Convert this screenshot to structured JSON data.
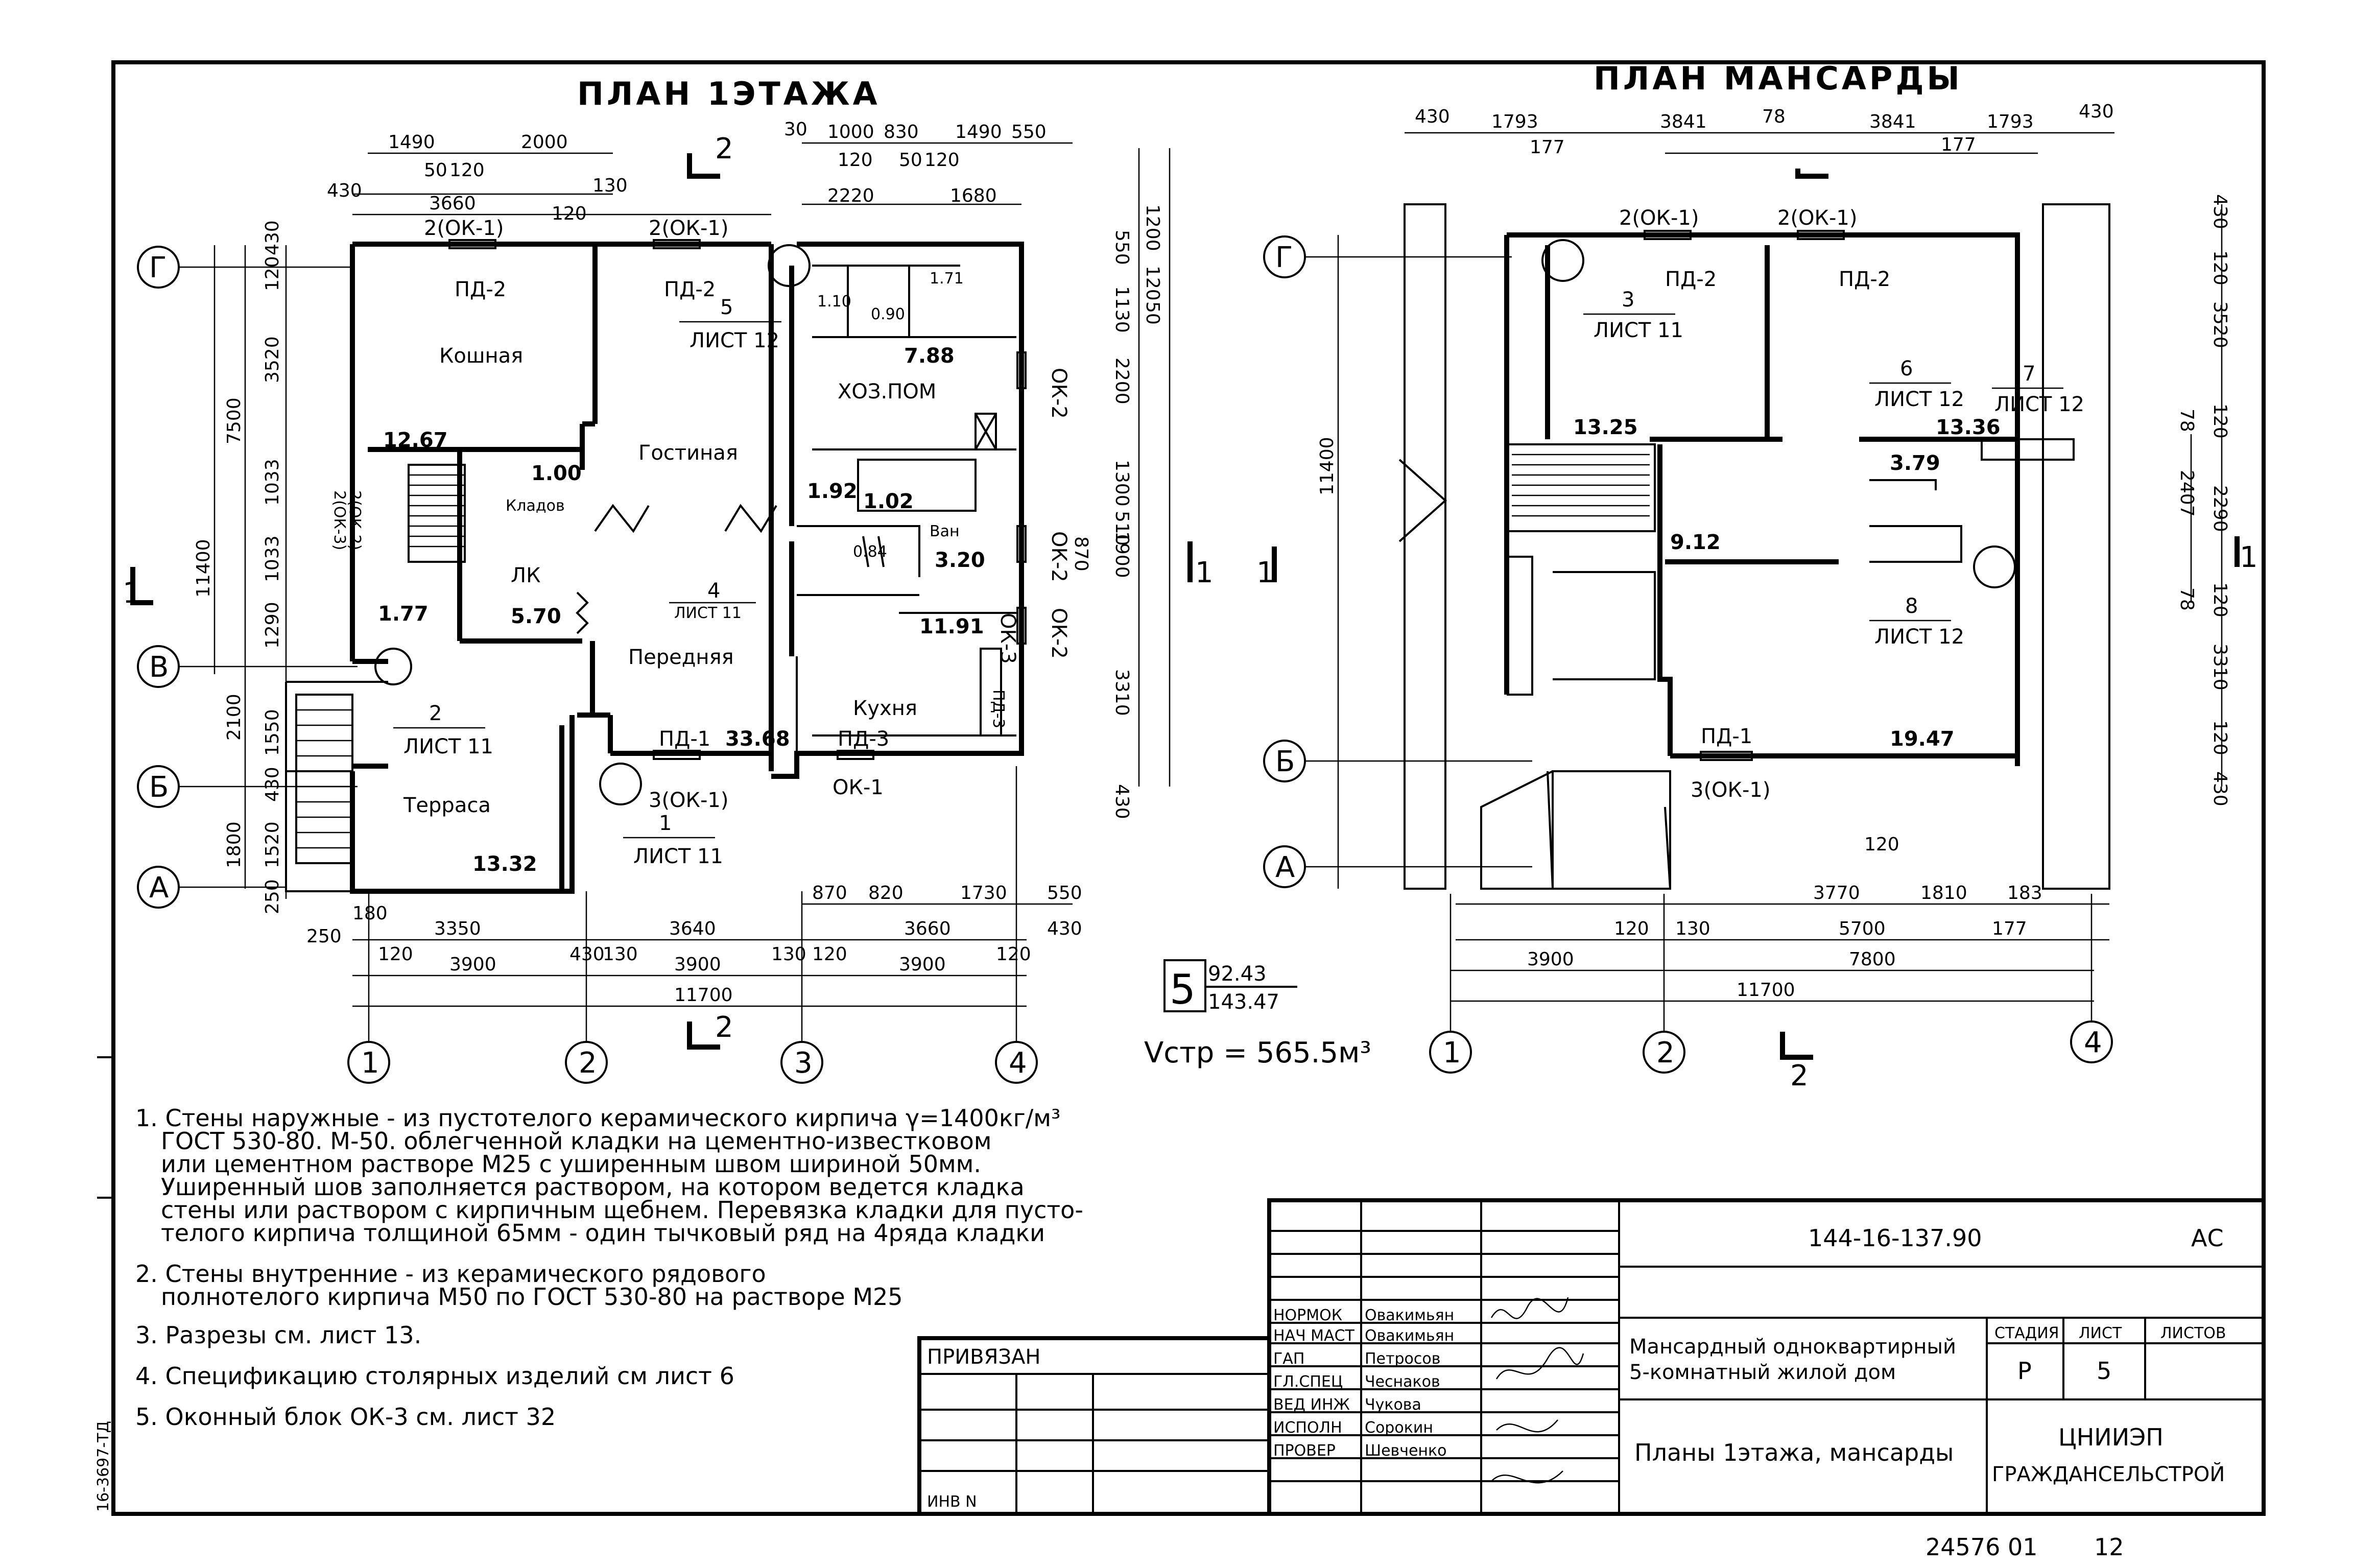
{
  "plan1": {
    "title": "ПЛАН 1ЭТАЖА",
    "rooms": [
      {
        "name": "Кошная"
      },
      {
        "name": "Гостиная"
      },
      {
        "name": "ХОЗ.ПОМ"
      },
      {
        "name": "Передняя"
      },
      {
        "name": "Кухня"
      },
      {
        "name": "Терраса"
      },
      {
        "name": "ЛК"
      },
      {
        "name": "Кладов"
      },
      {
        "name": "Ван"
      }
    ],
    "areas": [
      "12.67",
      "1.00",
      "5.70",
      "1.77",
      "7.88",
      "1.92",
      "1.02",
      "3.20",
      "11.91",
      "33.68",
      "13.32",
      "1.10",
      "0.90",
      "1.71",
      "0.84"
    ],
    "windows": [
      "2(ОК-1)",
      "2(ОК-1)",
      "ОК-2",
      "ОК-2",
      "ОК-2",
      "ОК-3",
      "ОК-1",
      "3(ОК-1)",
      "2(ОК-3)",
      "2(ОК-2)"
    ],
    "doors": [
      "ПД-2",
      "ПД-2",
      "ПД-1",
      "ПД-3",
      "ПД-3"
    ],
    "callouts": [
      {
        "num": "5",
        "sheet": "ЛИСТ 12"
      },
      {
        "num": "4",
        "sheet": "ЛИСТ 11"
      },
      {
        "num": "2",
        "sheet": "ЛИСТ 11"
      },
      {
        "num": "1",
        "sheet": "ЛИСТ 11"
      }
    ],
    "dims_top": [
      "1490",
      "2000",
      "50",
      "120",
      "3660",
      "430",
      "120",
      "130",
      "1000",
      "830",
      "1490",
      "550",
      "30",
      "120",
      "50",
      "120",
      "2220",
      "1680"
    ],
    "dims_bottom": [
      "3350",
      "3640",
      "3660",
      "3900",
      "3900",
      "3900",
      "11700",
      "870",
      "820",
      "1730",
      "550",
      "430",
      "250",
      "180",
      "120",
      "430",
      "130",
      "130",
      "120",
      "120"
    ],
    "dims_left": [
      "7500",
      "11400",
      "430",
      "3520",
      "1033",
      "1033",
      "1290",
      "2100",
      "1550",
      "1800",
      "1520",
      "250",
      "120",
      "430"
    ],
    "dims_right": [
      "1200",
      "550",
      "1130",
      "2200",
      "1300",
      "510",
      "1900",
      "870",
      "3310",
      "430",
      "120",
      "50"
    ]
  },
  "plan2": {
    "title": "ПЛАН МАНСАРДЫ",
    "areas": [
      "13.25",
      "13.36",
      "3.79",
      "9.12",
      "19.47"
    ],
    "windows": [
      "2(ОК-1)",
      "2(ОК-1)",
      "3(ОК-1)"
    ],
    "doors": [
      "ПД-2",
      "ПД-2",
      "ПД-1"
    ],
    "callouts": [
      {
        "num": "3",
        "sheet": "ЛИСТ 11"
      },
      {
        "num": "6",
        "sheet": "ЛИСТ 12"
      },
      {
        "num": "7",
        "sheet": "ЛИСТ 12"
      },
      {
        "num": "8",
        "sheet": "ЛИСТ 12"
      }
    ],
    "dims_top": [
      "430",
      "1793",
      "3841",
      "78",
      "3841",
      "1793",
      "430",
      "177",
      "177"
    ],
    "dims_bottom": [
      "3770",
      "120",
      "1810",
      "183",
      "5700",
      "177",
      "120",
      "130",
      "3900",
      "7800",
      "11700"
    ],
    "dims_left": [
      "11400"
    ],
    "dims_right": [
      "430",
      "120",
      "3520",
      "120",
      "78",
      "2407",
      "2290",
      "78",
      "120",
      "3310",
      "120",
      "430"
    ]
  },
  "axes": {
    "letters": [
      "Г",
      "В",
      "Б",
      "А",
      "Г",
      "Б",
      "А"
    ],
    "numbers": [
      "1",
      "2",
      "3",
      "4",
      "1",
      "2",
      "4"
    ]
  },
  "section_marks": [
    "2",
    "1",
    "1",
    "2",
    "2",
    "1",
    "1"
  ],
  "summary": {
    "num": "5",
    "area_top": "92.43",
    "area_bottom": "143.47",
    "volume": "Vстр = 565.5м³"
  },
  "notes": [
    "1. Стены наружные - из пустотелого керамического кирпича γ=1400кг/м³",
    "ГОСТ 530-80. М-50. облегченной кладки на цементно-известковом",
    "или цементном растворе М25 с уширенным швом шириной 50мм.",
    "Уширенный шов заполняется раствором, на котором ведется кладка",
    "стены или раствором с кирпичным щебнем. Перевязка кладки для пусто-",
    "телого кирпича толщиной 65мм - один тычковый ряд на 4ряда кладки",
    "2. Стены внутренние - из керамического рядового",
    "полнотелого кирпича М50 по ГОСТ 530-80 на растворе М25",
    "3. Разрезы см. лист 13.",
    "4. Спецификацию столярных изделий см лист 6",
    "5. Оконный блок ОК-3 см. лист 32"
  ],
  "stamp": {
    "code": "144-16-137.90",
    "mark": "АС",
    "roles": [
      "НОРМОК",
      "НАЧ МАСТ",
      "ГАП",
      "ГЛ.СПЕЦ",
      "ВЕД ИНЖ",
      "ИСПОЛН",
      "ПРОВЕР"
    ],
    "names": [
      "Овакимьян",
      "Овакимьян",
      "Петросов",
      "Чеснаков",
      "Чукова",
      "Сорокин",
      "Шевченко"
    ],
    "project": [
      "Мансардный одноквартирный",
      "5-комнатный жилой дом"
    ],
    "sheet_title": "Планы 1этажа, мансарды",
    "stage_label": "СТАДИЯ",
    "sheet_label": "ЛИСТ",
    "sheets_label": "ЛИСТОВ",
    "stage": "Р",
    "sheet": "5",
    "org": [
      "ЦНИИЭП",
      "ГРАЖДАНСЕЛЬСТРОЙ"
    ],
    "bound_label": "ПРИВЯЗАН",
    "inv_label": "ИНВ N",
    "footer": "24576 01",
    "footer_page": "12"
  },
  "side_code": "16-3697-ТД"
}
